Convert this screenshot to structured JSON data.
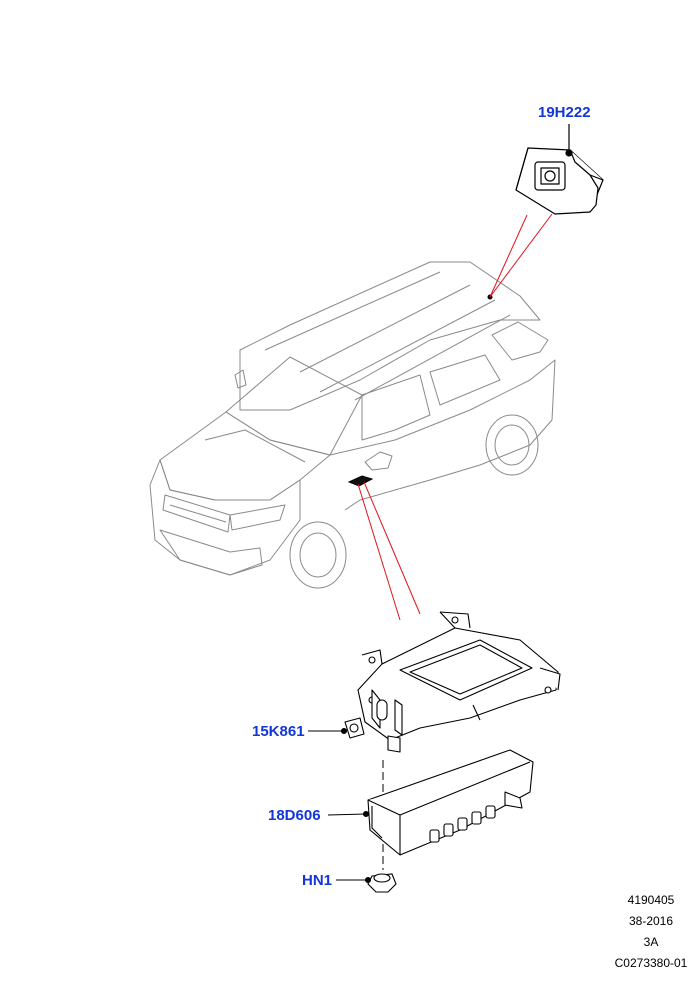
{
  "callouts": {
    "c19h222": "19H222",
    "c15k861": "15K861",
    "c18d606": "18D606",
    "chn1": "HN1"
  },
  "meta": {
    "line1": "4190405",
    "line2": "38-2016",
    "line3": "3A",
    "line4": "C0273380-01"
  },
  "colors": {
    "callout": "#1236d8",
    "leader": "#e0141e",
    "line": "#000000",
    "car_outline": "#888888"
  }
}
